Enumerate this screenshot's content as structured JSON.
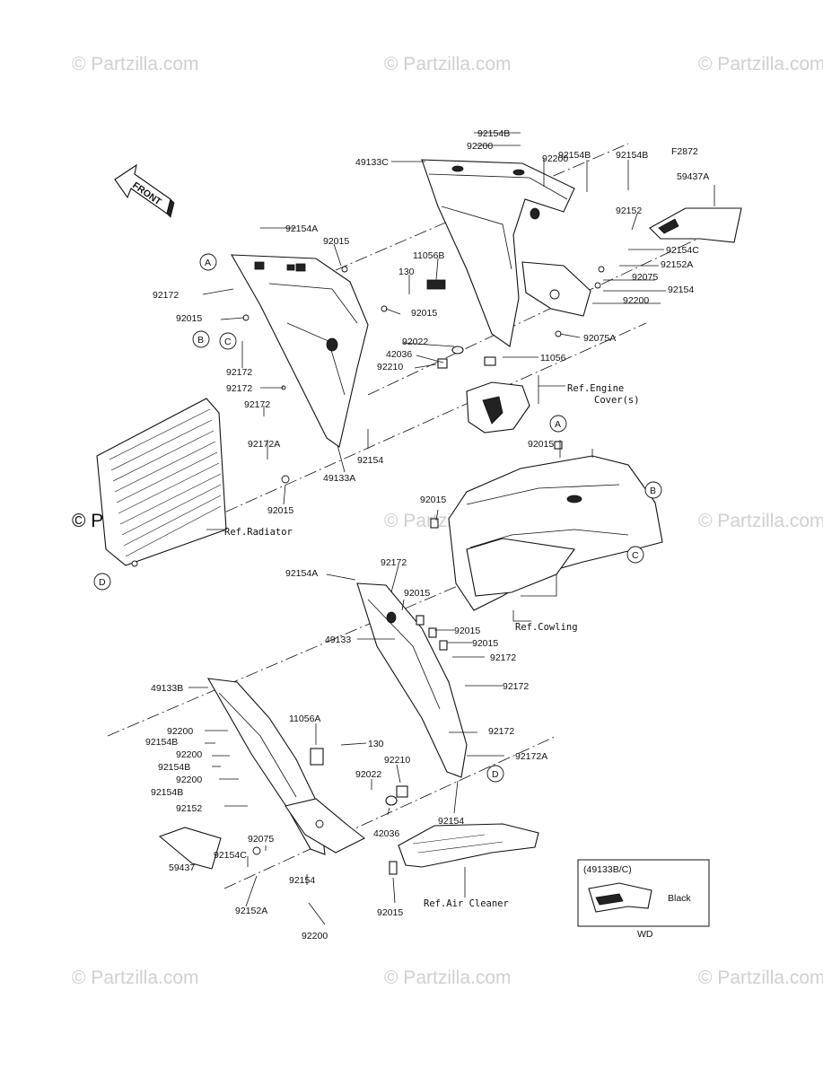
{
  "diagram_code": "F2872",
  "front_label": "FRONT",
  "watermarks": [
    "© Partzilla.com",
    "© Partzilla.com",
    "© Partzilla.com",
    "© Partzilla.com",
    "© Partzilla.com",
    "© Partzilla.com",
    "© Partzilla.com",
    "© Partzilla.com",
    "© Partzilla.com"
  ],
  "callouts": [
    "A",
    "B",
    "C",
    "A",
    "B",
    "C",
    "D",
    "D"
  ],
  "part_labels": [
    "92154B",
    "92200",
    "92154B",
    "92200",
    "92154B",
    "49133C",
    "59437A",
    "92154A",
    "92015",
    "11056B",
    "130",
    "92152",
    "92154C",
    "92152A",
    "92075",
    "92154",
    "92200",
    "92172",
    "92015",
    "92015",
    "92075A",
    "92022",
    "42036",
    "92210",
    "11056",
    "92172",
    "92172",
    "92172",
    "92172A",
    "92154",
    "49133A",
    "92015",
    "92015",
    "92015",
    "92154A",
    "92172",
    "92015",
    "92015",
    "92015",
    "49133",
    "92172",
    "49133B",
    "92172",
    "92200",
    "92154B",
    "92200",
    "92154B",
    "11056A",
    "130",
    "92172",
    "92200",
    "92154B",
    "92022",
    "92210",
    "92172A",
    "92152",
    "92154",
    "92075",
    "42036",
    "92154C",
    "59437",
    "92154",
    "92152A",
    "92015",
    "92200"
  ],
  "refs": [
    "Ref.Engine",
    "Cover(s)",
    "Ref.Radiator",
    "Ref.Cowling",
    "Ref.Air Cleaner"
  ],
  "inset": {
    "title": "(49133B/C)",
    "color": "Black",
    "code": "WD"
  }
}
